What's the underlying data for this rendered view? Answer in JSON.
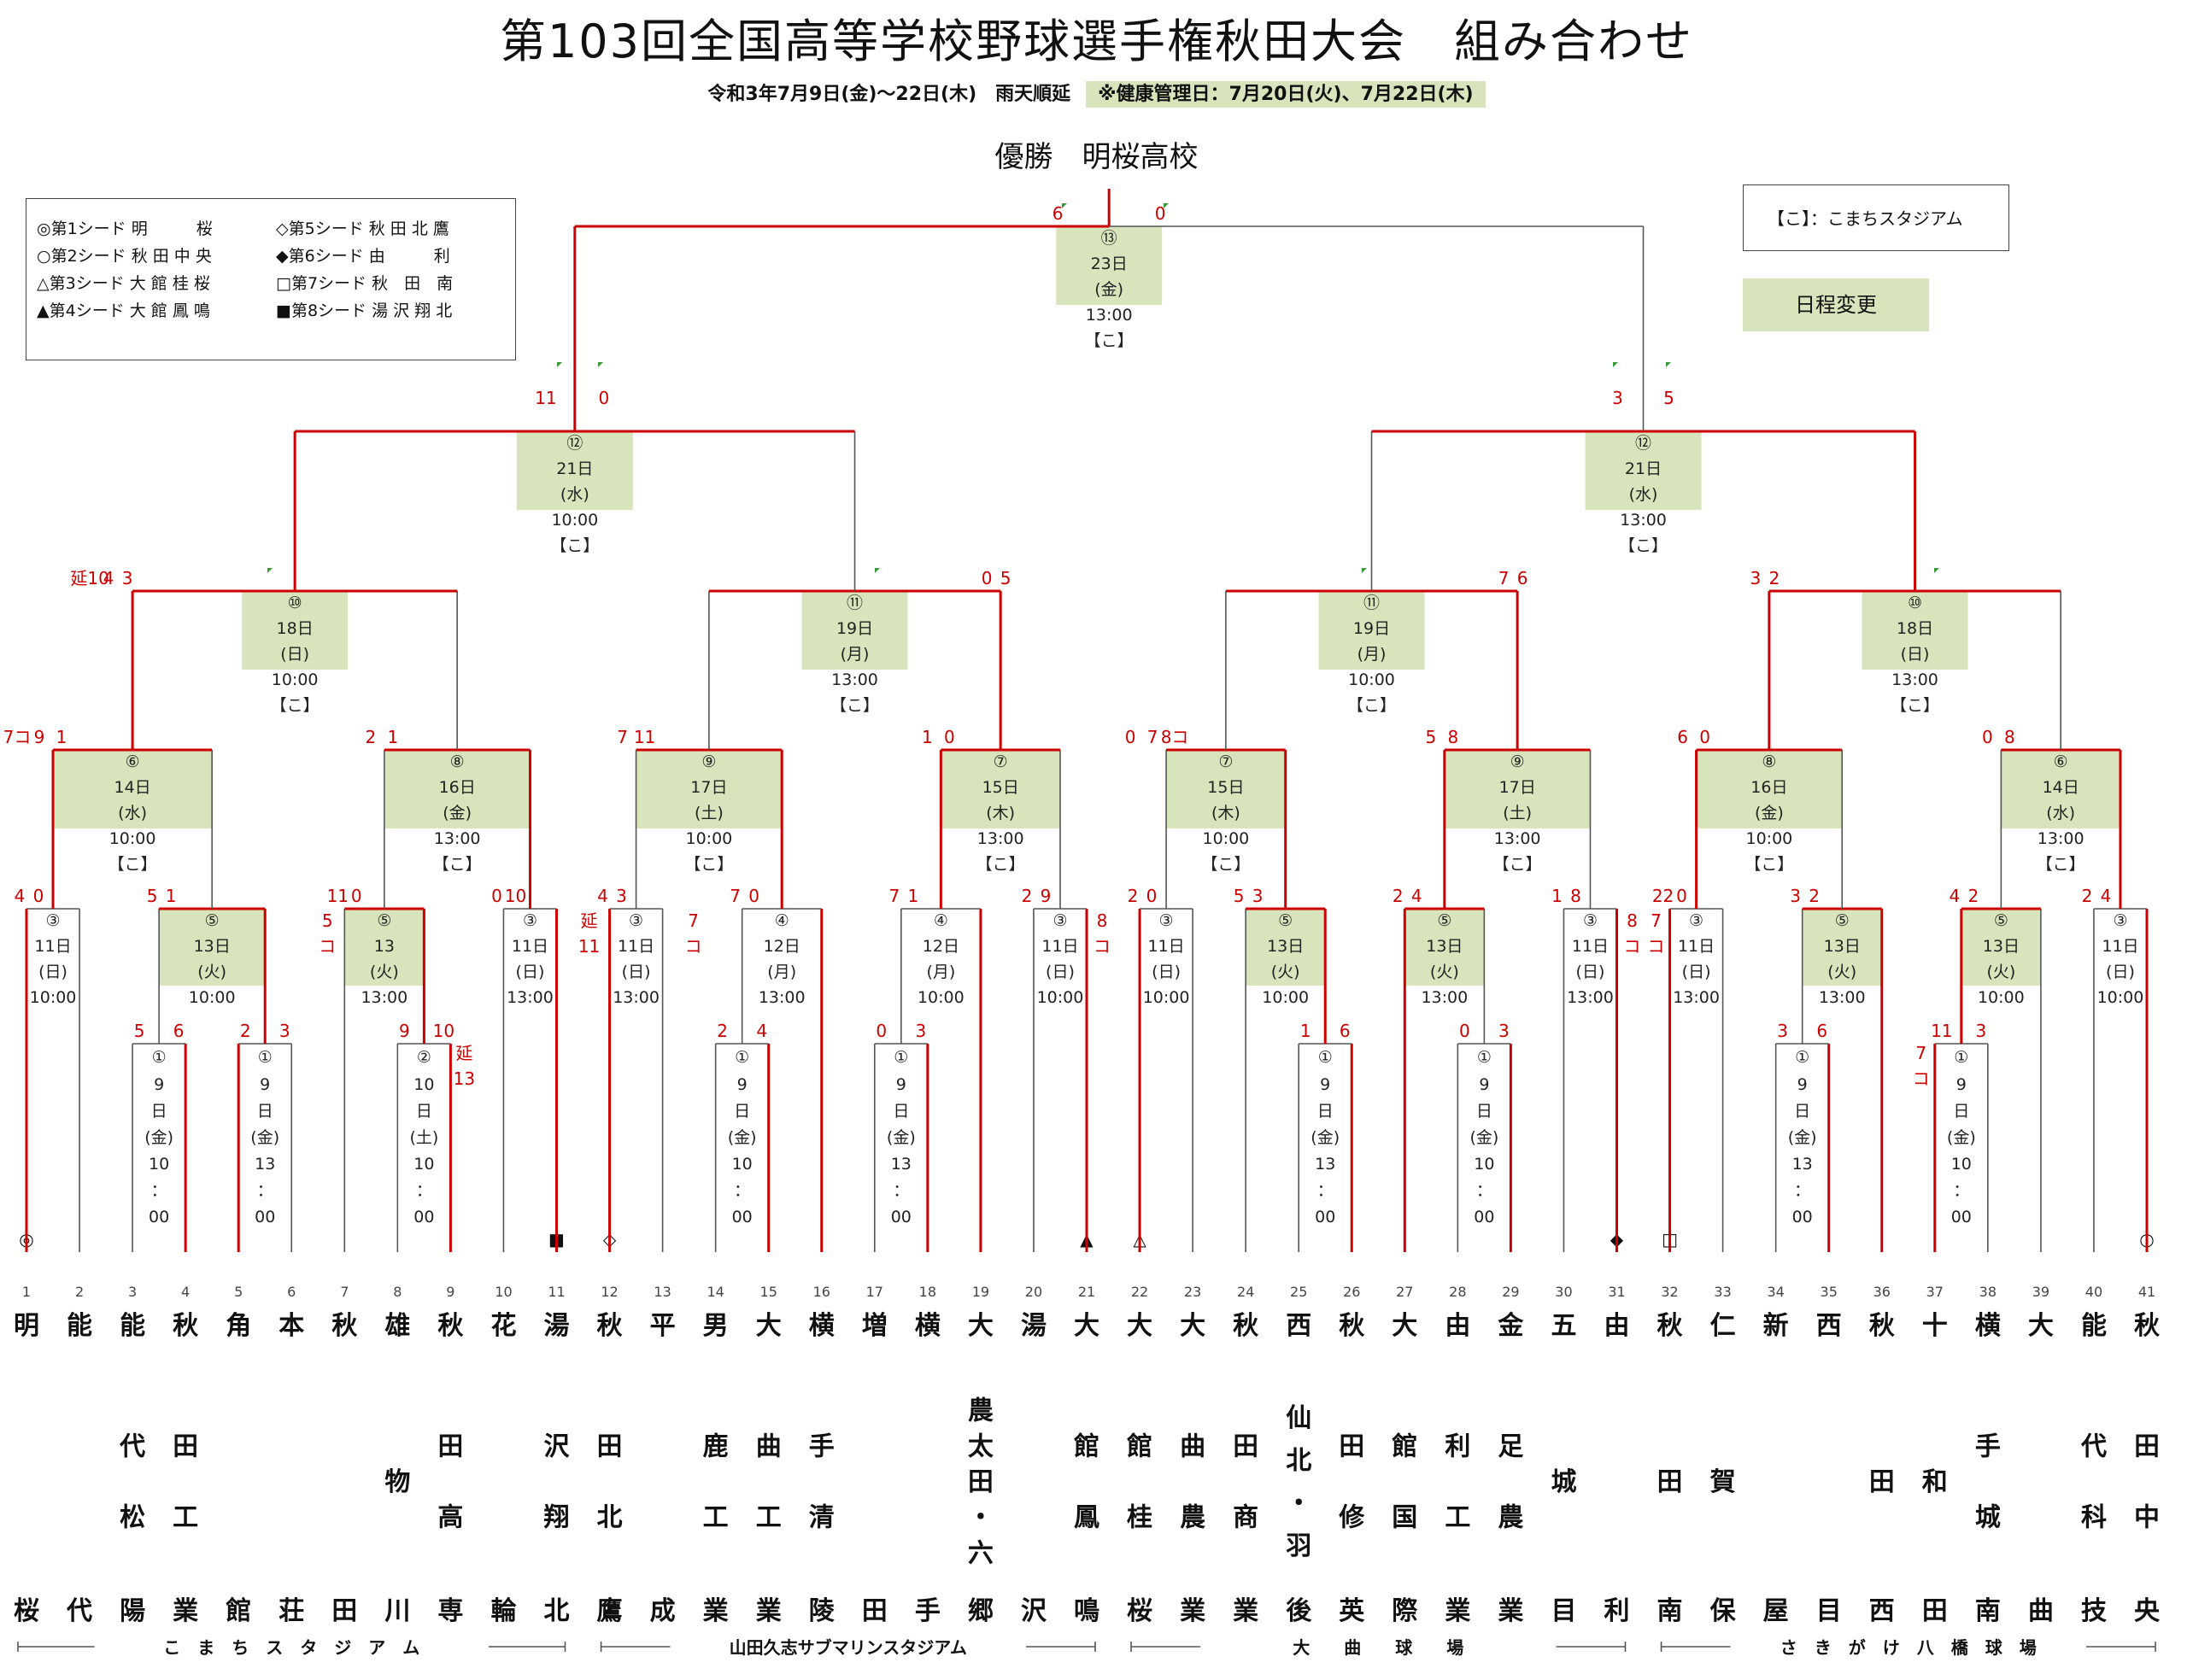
{
  "title": "第103回全国高等学校野球選手権秋田大会　組み合わせ",
  "subtitle": "令和3年7月9日(金)～22日(木)　雨天順延",
  "subtitle_note": "※健康管理日：7月20日(火)、7月22日(木)",
  "champion": "優勝　明桜高校",
  "venue_key": "【こ】：こまちスタジアム",
  "schedule_change": "日程変更",
  "legend": [
    "◎第1シード 明　　　桜",
    "○第2シード 秋 田 中 央",
    "△第3シード 大 館 桂 桜",
    "▲第4シード 大 館 鳳 鳴",
    "◇第5シード 秋 田 北 鷹",
    "◆第6シード 由　　　利",
    "□第7シード 秋　田　南",
    "■第8シード 湯 沢 翔 北"
  ],
  "teams": [
    "明桜",
    "能代",
    "能代松陽",
    "秋田工業",
    "角館",
    "本荘",
    "秋田",
    "雄物川",
    "秋田高専",
    "花輪",
    "湯沢翔北",
    "秋田北鷹",
    "平成",
    "男鹿工業",
    "大曲工業",
    "横手清陵",
    "増田",
    "横手",
    "大農太田・六郷",
    "湯沢",
    "大館鳳鳴",
    "大館桂桜",
    "大曲農業",
    "秋田商業",
    "西仙北・羽後",
    "秋田修英",
    "大館国際",
    "由利工業",
    "金足農業",
    "五城目",
    "由利",
    "秋田南",
    "仁賀保",
    "新屋",
    "西目",
    "秋田西",
    "十和田",
    "横手城南",
    "大曲",
    "能代科技",
    "秋田中央"
  ],
  "seed_marks": {
    "1": "◎",
    "11": "■",
    "12": "◇",
    "21": "▲",
    "22": "△",
    "31": "◆",
    "32": "□",
    "41": "○"
  },
  "venues": [
    "こ　ま　ち　ス　タ　ジ　ア　ム",
    "山田久志サブマリンスタジアム",
    "大　　曲　　球　　場",
    "さ　き　が　け　八　橋　球　場"
  ],
  "matches": {
    "r1": [
      {
        "id": "m4-5",
        "no": "①",
        "date": "9日(金)10：00"
      },
      {
        "id": "m5-6",
        "no": "①",
        "date": "9日(金)13：00"
      },
      {
        "id": "m8-9",
        "no": "②",
        "date": "10日(土)10：00"
      },
      {
        "id": "m14-15",
        "no": "①",
        "date": "9日(金)10：00"
      },
      {
        "id": "m17-18",
        "no": "①",
        "date": "9日(金)13：00"
      },
      {
        "id": "m25-26",
        "no": "①",
        "date": "9日(金)13：00"
      },
      {
        "id": "m28-29",
        "no": "①",
        "date": "9日(金)10：00"
      },
      {
        "id": "m34-35",
        "no": "①",
        "date": "9日(金)13：00"
      },
      {
        "id": "m37-38",
        "no": "①",
        "date": "9日(金)10：00"
      }
    ],
    "r2": [
      {
        "no": "③",
        "d": "11日",
        "w": "(日)",
        "t": "10:00"
      },
      {
        "no": "⑤",
        "d": "13日",
        "w": "(火)",
        "t": "10:00"
      },
      {
        "no": "⑤",
        "d": "13",
        "w": "(火)",
        "t": "13:00"
      },
      {
        "no": "③",
        "d": "11日",
        "w": "(日)",
        "t": "13:00"
      },
      {
        "no": "③",
        "d": "11日",
        "w": "(日)",
        "t": "13:00"
      },
      {
        "no": "④",
        "d": "12日",
        "w": "(月)",
        "t": "13:00"
      },
      {
        "no": "④",
        "d": "12日",
        "w": "(月)",
        "t": "10:00"
      },
      {
        "no": "③",
        "d": "11日",
        "w": "(日)",
        "t": "10:00"
      },
      {
        "no": "③",
        "d": "11日",
        "w": "(日)",
        "t": "10:00"
      },
      {
        "no": "⑤",
        "d": "13日",
        "w": "(火)",
        "t": "10:00"
      },
      {
        "no": "⑤",
        "d": "13日",
        "w": "(火)",
        "t": "13:00"
      },
      {
        "no": "③",
        "d": "11日",
        "w": "(日)",
        "t": "13:00"
      },
      {
        "no": "③",
        "d": "11日",
        "w": "(日)",
        "t": "13:00"
      },
      {
        "no": "⑤",
        "d": "13日",
        "w": "(火)",
        "t": "13:00"
      },
      {
        "no": "⑤",
        "d": "13日",
        "w": "(火)",
        "t": "10:00"
      },
      {
        "no": "③",
        "d": "11日",
        "w": "(日)",
        "t": "10:00"
      }
    ],
    "r3": [
      {
        "no": "⑥",
        "d": "14日",
        "w": "(水)",
        "t": "10:00",
        "v": "【こ】"
      },
      {
        "no": "⑧",
        "d": "16日",
        "w": "(金)",
        "t": "13:00",
        "v": "【こ】"
      },
      {
        "no": "⑨",
        "d": "17日",
        "w": "(土)",
        "t": "10:00",
        "v": "【こ】"
      },
      {
        "no": "⑦",
        "d": "15日",
        "w": "(木)",
        "t": "13:00",
        "v": "【こ】"
      },
      {
        "no": "⑦",
        "d": "15日",
        "w": "(木)",
        "t": "10:00",
        "v": "【こ】"
      },
      {
        "no": "⑨",
        "d": "17日",
        "w": "(土)",
        "t": "13:00",
        "v": "【こ】"
      },
      {
        "no": "⑧",
        "d": "16日",
        "w": "(金)",
        "t": "10:00",
        "v": "【こ】"
      },
      {
        "no": "⑥",
        "d": "14日",
        "w": "(水)",
        "t": "13:00",
        "v": "【こ】"
      }
    ],
    "qf": [
      {
        "no": "⑩",
        "d": "18日",
        "w": "(日)",
        "t": "10:00",
        "v": "【こ】"
      },
      {
        "no": "⑪",
        "d": "19日",
        "w": "(月)",
        "t": "13:00",
        "v": "【こ】"
      },
      {
        "no": "⑪",
        "d": "19日",
        "w": "(月)",
        "t": "10:00",
        "v": "【こ】"
      },
      {
        "no": "⑩",
        "d": "18日",
        "w": "(日)",
        "t": "13:00",
        "v": "【こ】"
      }
    ],
    "sf": [
      {
        "no": "⑫",
        "d": "21日",
        "w": "(水)",
        "t": "10:00",
        "v": "【こ】"
      },
      {
        "no": "⑫",
        "d": "21日",
        "w": "(水)",
        "t": "13:00",
        "v": "【こ】"
      }
    ],
    "final": {
      "no": "⑬",
      "d": "23日",
      "w": "(金)",
      "t": "13:00",
      "v": "【こ】"
    }
  },
  "scores": {
    "final": [
      "6",
      "0"
    ],
    "sf": [
      [
        "11",
        "0"
      ],
      [
        "3",
        "5"
      ]
    ],
    "qf": [
      [
        "延10",
        "4",
        "3"
      ],
      [
        "0",
        "5"
      ],
      [
        "7",
        "6"
      ],
      [
        "3",
        "2"
      ]
    ],
    "r3": [
      [
        "7コ",
        "9",
        "1"
      ],
      [
        "2",
        "1"
      ],
      [
        "7",
        "11"
      ],
      [
        "1",
        "0"
      ],
      [
        "0",
        "7",
        "8コ"
      ],
      [
        "5",
        "8"
      ],
      [
        "6",
        "0"
      ],
      [
        "0",
        "8"
      ]
    ],
    "r2": [
      [
        "4",
        "0"
      ],
      [
        "5",
        "1"
      ],
      [
        "11",
        "0"
      ],
      [
        "0",
        "10"
      ],
      [
        "4",
        "3"
      ],
      [
        "7",
        "0"
      ],
      [
        "7",
        "1"
      ],
      [
        "2",
        "9"
      ],
      [
        "2",
        "0"
      ],
      [
        "5",
        "3"
      ],
      [
        "2",
        "4"
      ],
      [
        "1",
        "8"
      ],
      [
        "22",
        "0"
      ],
      [
        "3",
        "2"
      ],
      [
        "4",
        "2"
      ],
      [
        "2",
        "4"
      ]
    ],
    "r1": [
      [
        "5",
        "6"
      ],
      [
        "2",
        "3"
      ],
      [
        "9",
        "10"
      ],
      [
        "2",
        "4"
      ],
      [
        "0",
        "3"
      ],
      [
        "1",
        "6"
      ],
      [
        "0",
        "3"
      ],
      [
        "3",
        "6"
      ],
      [
        "11",
        "3"
      ]
    ],
    "side": [
      "5コ",
      "延11",
      "7コ",
      "8コ",
      "8コ",
      "7コ",
      "延13",
      "7コ"
    ]
  }
}
